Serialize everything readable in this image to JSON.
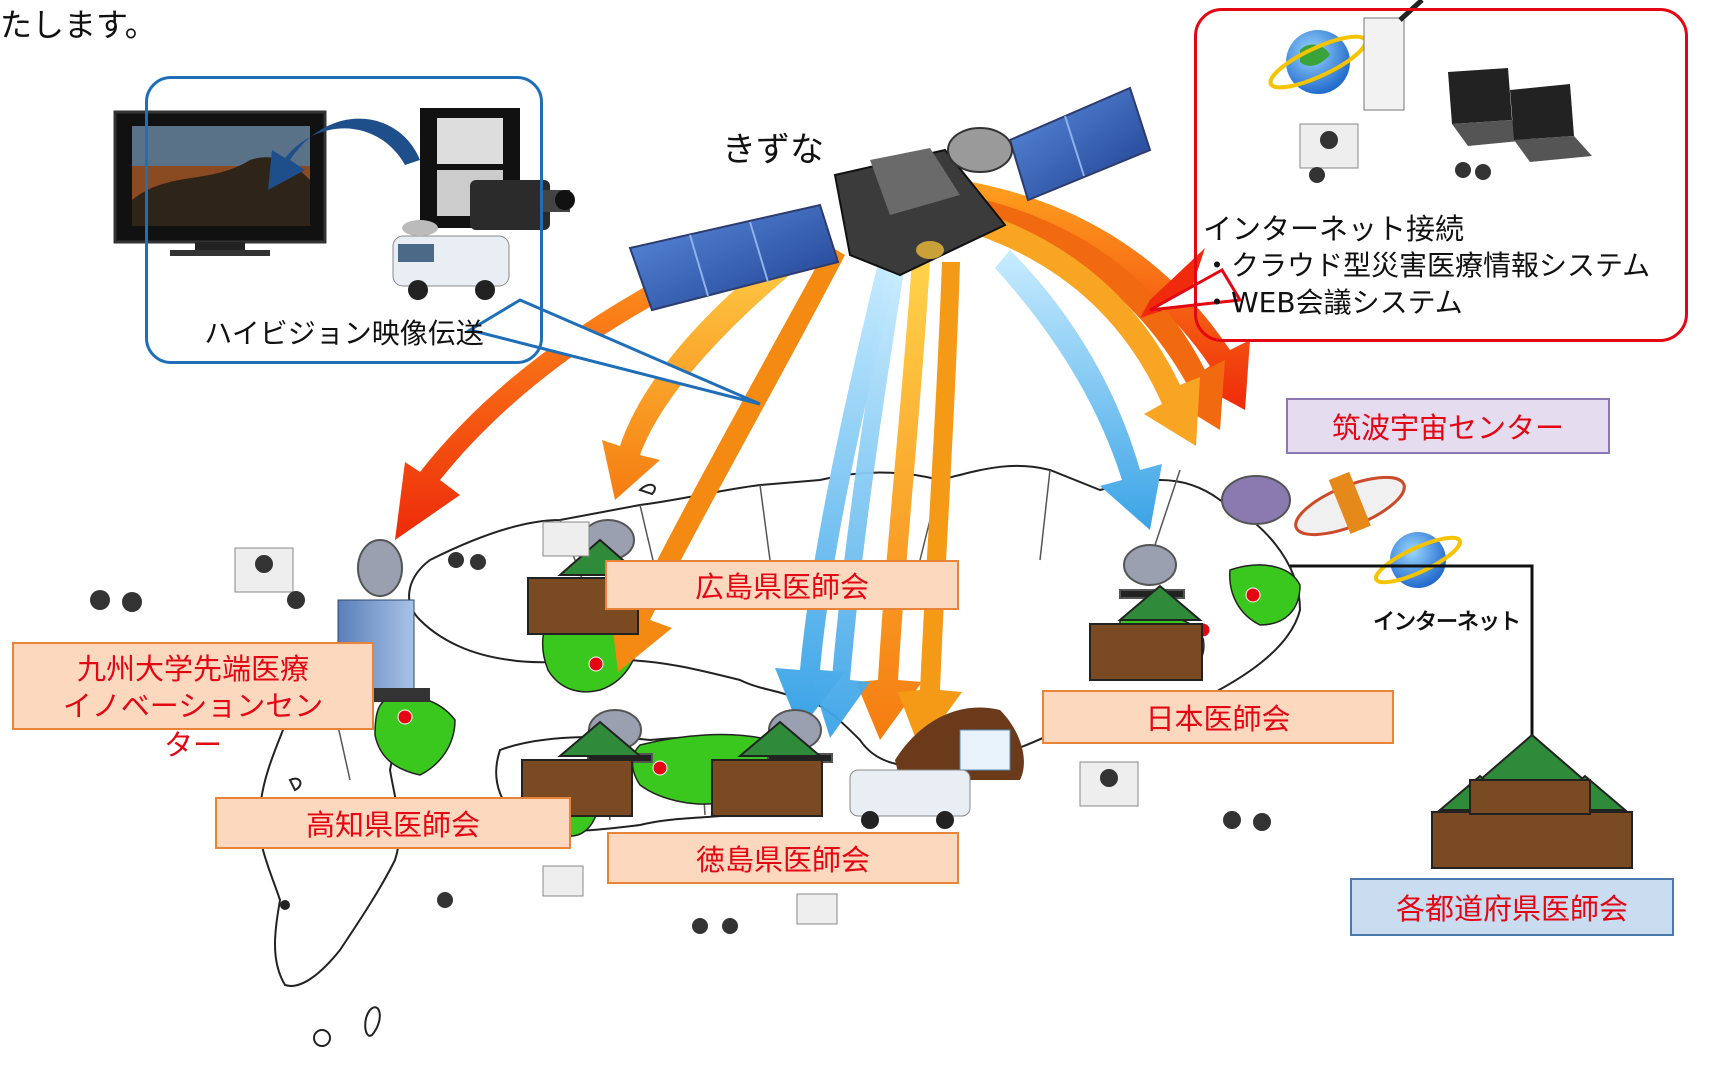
{
  "header": {
    "text": "たします。"
  },
  "satellite": {
    "label": "きずな"
  },
  "hd_callout": {
    "label": "ハイビジョン映像伝送"
  },
  "internet_callout": {
    "title": "インターネット接続",
    "bullets": [
      "・クラウド型災害医療情報システム",
      "・WEB会議システム"
    ]
  },
  "nodes": {
    "tsukuba": "筑波宇宙センター",
    "hiroshima": "広島県医師会",
    "kyushu_line1": "九州大学先端医療",
    "kyushu_line2": "イノベーションセン",
    "kyushu_line3": "ター",
    "nihon": "日本医師会",
    "kochi": "高知県医師会",
    "tokushima": "徳島県医師会",
    "prefectures": "各都道府県医師会",
    "internet": "インターネット"
  },
  "colors": {
    "label_red": "#e30613",
    "callout_blue": "#1f6fb8",
    "callout_red": "#e30613",
    "region_green": "#3ac81e",
    "arrow_blue": "#39a6e8",
    "arrow_orange": "#f59a11",
    "arrow_red": "#f02a0c"
  }
}
